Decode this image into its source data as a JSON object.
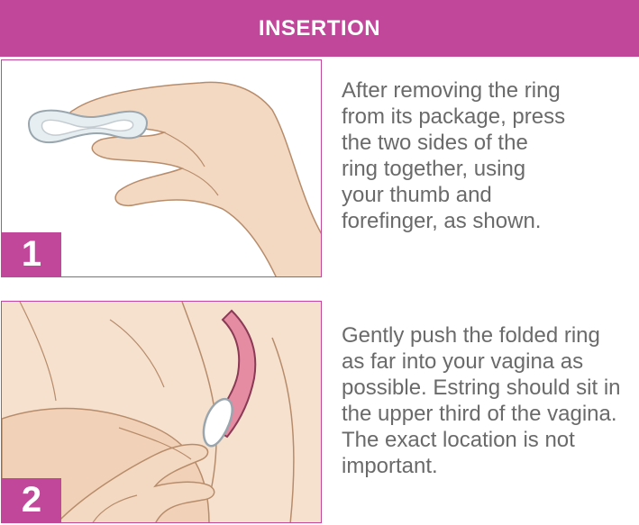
{
  "header": {
    "title": "INSERTION"
  },
  "steps": [
    {
      "number": "1",
      "text": "After removing the ring from its package, press the two sides of the ring together, using your thumb and forefinger, as shown."
    },
    {
      "number": "2",
      "text": "Gently push the folded ring as far into your vagina as possible. Estring should sit in the upper third of the vagina. The exact location is not important."
    }
  ],
  "colors": {
    "accent": "#c1479b",
    "text": "#6a6a6a",
    "skin": "#f4d9c2",
    "ring": "#e6eef2"
  }
}
